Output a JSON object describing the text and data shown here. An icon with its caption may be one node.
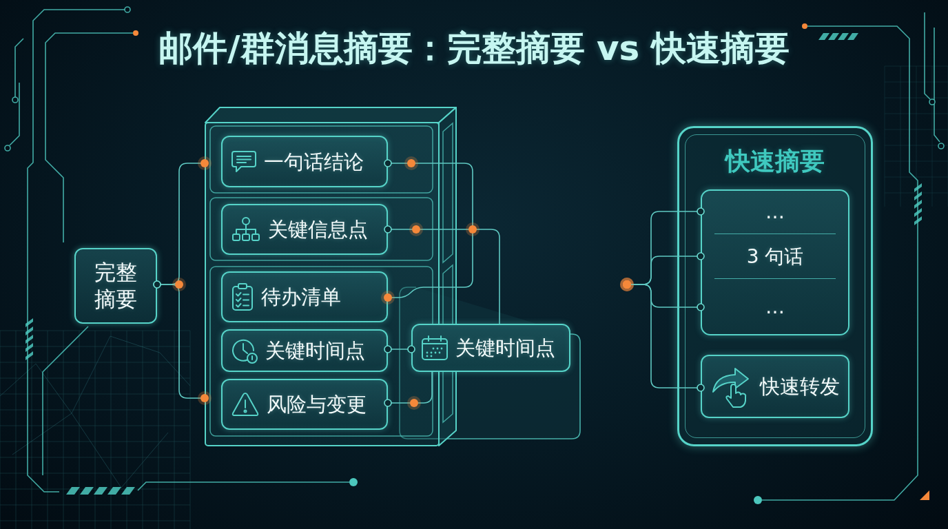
{
  "diagram": {
    "title": "邮件/群消息摘要：完整摘要 vs 快速摘要",
    "nodes": [
      {
        "text": [
          "完整摘要"
        ]
      },
      {
        "text": [],
        "shape": "box"
      },
      {
        "text": [
          "一句话结论"
        ],
        "in": 1
      },
      {
        "text": [
          "关键信息点"
        ],
        "in": 1
      },
      {
        "text": [
          "待办清单"
        ],
        "in": 1
      },
      {
        "text": [
          "关键时间点"
        ],
        "in": 1
      },
      {
        "text": [
          "风险与变更"
        ],
        "in": 1
      },
      {
        "text": [
          "关键时间点"
        ]
      },
      {
        "text": [
          "快速摘要"
        ]
      },
      {
        "text": [
          "…",
          "3 句话",
          "…"
        ],
        "in": 8
      },
      {
        "text": [
          "快速转发"
        ],
        "in": 8
      }
    ],
    "edges": [
      {
        "from": 0,
        "to": 1,
        "arrow": "other"
      },
      {
        "from": 0,
        "to": 1,
        "arrow": "other"
      },
      {
        "from": 2,
        "to": 4,
        "arrow": "other"
      },
      {
        "from": 3,
        "to": 7,
        "arrow": "other"
      },
      {
        "from": 5,
        "to": 7,
        "arrow": "other"
      },
      {
        "from": 6,
        "to": 7,
        "arrow": "other"
      },
      {
        "from": null,
        "to": 9,
        "arrow": "other"
      },
      {
        "from": null,
        "to": 9,
        "arrow": "other"
      },
      {
        "from": null,
        "to": 9,
        "arrow": "other"
      },
      {
        "from": null,
        "to": 10,
        "arrow": "other"
      }
    ]
  }
}
